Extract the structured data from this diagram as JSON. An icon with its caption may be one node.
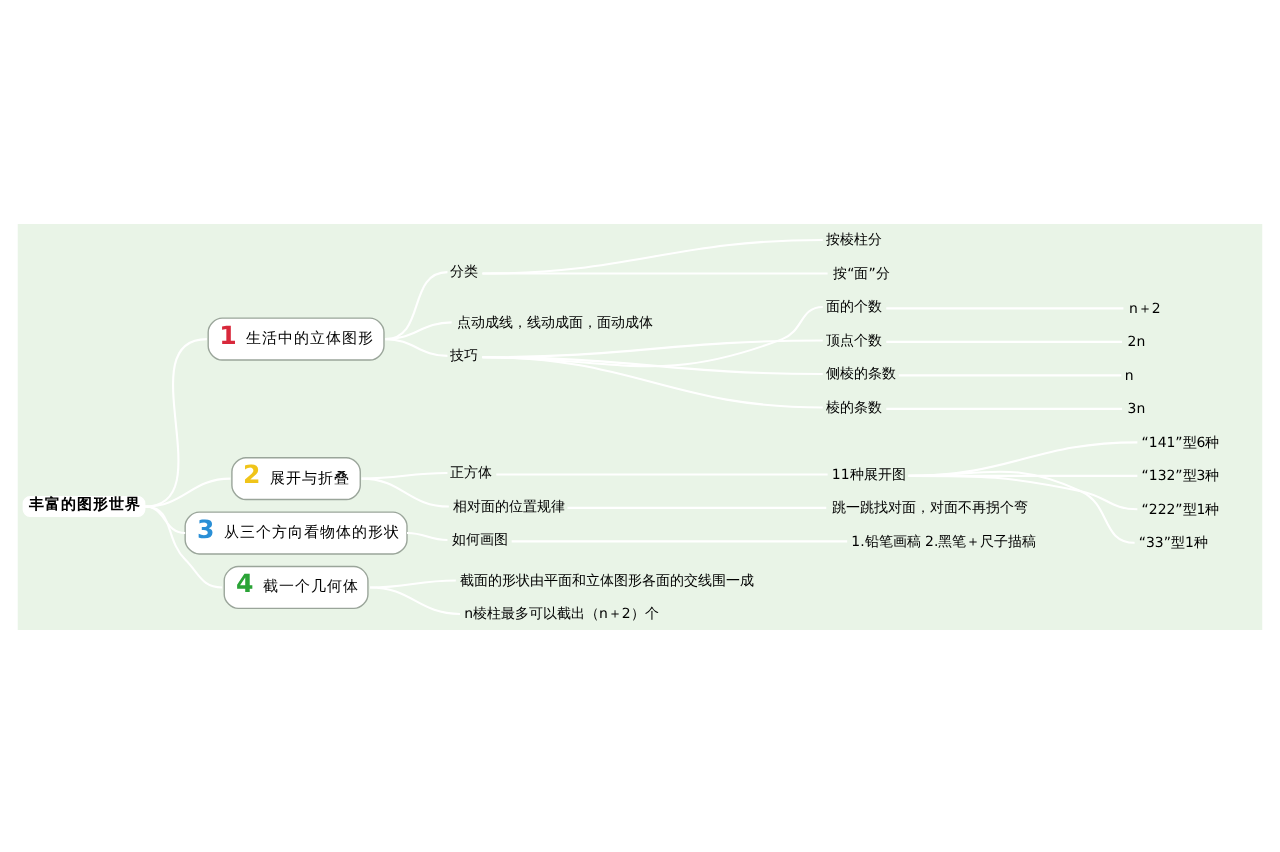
{
  "diagram": {
    "nodes": [
      {
        "text": [
          "丰富的图形世界"
        ]
      },
      {
        "text": [
          "1",
          "生活中的立体图形"
        ]
      },
      {
        "text": [
          "分类"
        ]
      },
      {
        "text": [
          "按棱柱分"
        ]
      },
      {
        "text": [
          "按“面”分"
        ]
      },
      {
        "text": [
          "点动成线，线动成面，面动成体"
        ]
      },
      {
        "text": [
          "技巧"
        ]
      },
      {
        "text": [
          "面的个数"
        ]
      },
      {
        "text": [
          "n＋2"
        ]
      },
      {
        "text": [
          "顶点个数"
        ]
      },
      {
        "text": [
          "2n"
        ]
      },
      {
        "text": [
          "侧棱的条数"
        ]
      },
      {
        "text": [
          "n"
        ]
      },
      {
        "text": [
          "棱的条数"
        ]
      },
      {
        "text": [
          "3n"
        ]
      },
      {
        "text": [
          "2",
          "展开与折叠"
        ]
      },
      {
        "text": [
          "正方体"
        ]
      },
      {
        "text": [
          "11种展开图"
        ]
      },
      {
        "text": [
          "“141”型6种"
        ]
      },
      {
        "text": [
          "“132”型3种"
        ]
      },
      {
        "text": [
          "“222”型1种"
        ]
      },
      {
        "text": [
          "“33”型1种"
        ]
      },
      {
        "text": [
          "相对面的位置规律"
        ]
      },
      {
        "text": [
          "跳一跳找对面，对面不再拐个弯"
        ]
      },
      {
        "text": [
          "3",
          "从三个方向看物体的形状"
        ]
      },
      {
        "text": [
          "如何画图"
        ]
      },
      {
        "text": [
          "1.铅笔画稿 2.黑笔＋尺子描稿"
        ]
      },
      {
        "text": [
          "4",
          "截一个几何体"
        ]
      },
      {
        "text": [
          "截面的形状由平面和立体图形各面的交线围一成"
        ]
      },
      {
        "text": [
          "n棱柱最多可以截出（n＋2）个"
        ]
      }
    ],
    "edges": [
      {
        "from": 0,
        "to": 1,
        "arrow": "none"
      },
      {
        "from": 1,
        "to": 2,
        "arrow": "none"
      },
      {
        "from": 2,
        "to": 3,
        "arrow": "none"
      },
      {
        "from": 2,
        "to": 4,
        "arrow": "none"
      },
      {
        "from": 1,
        "to": 5,
        "arrow": "none"
      },
      {
        "from": 1,
        "to": 6,
        "arrow": "none"
      },
      {
        "from": 6,
        "to": 7,
        "arrow": "none"
      },
      {
        "from": 7,
        "to": 8,
        "arrow": "none"
      },
      {
        "from": 6,
        "to": 9,
        "arrow": "none"
      },
      {
        "from": 9,
        "to": 10,
        "arrow": "none"
      },
      {
        "from": 6,
        "to": 11,
        "arrow": "none"
      },
      {
        "from": 11,
        "to": 12,
        "arrow": "none"
      },
      {
        "from": 6,
        "to": 13,
        "arrow": "none"
      },
      {
        "from": 13,
        "to": 14,
        "arrow": "none"
      },
      {
        "from": 0,
        "to": 15,
        "arrow": "none"
      },
      {
        "from": 15,
        "to": 16,
        "arrow": "none"
      },
      {
        "from": 16,
        "to": 17,
        "arrow": "none"
      },
      {
        "from": 17,
        "to": 18,
        "arrow": "none"
      },
      {
        "from": 17,
        "to": 19,
        "arrow": "none"
      },
      {
        "from": 17,
        "to": 20,
        "arrow": "none"
      },
      {
        "from": 17,
        "to": 21,
        "arrow": "none"
      },
      {
        "from": 15,
        "to": 22,
        "arrow": "none"
      },
      {
        "from": 22,
        "to": 23,
        "arrow": "none"
      },
      {
        "from": 0,
        "to": 24,
        "arrow": "none"
      },
      {
        "from": 24,
        "to": 25,
        "arrow": "none"
      },
      {
        "from": 25,
        "to": 26,
        "arrow": "none"
      },
      {
        "from": 0,
        "to": 27,
        "arrow": "none"
      },
      {
        "from": 27,
        "to": 28,
        "arrow": "none"
      },
      {
        "from": 27,
        "to": 29,
        "arrow": "none"
      }
    ]
  }
}
